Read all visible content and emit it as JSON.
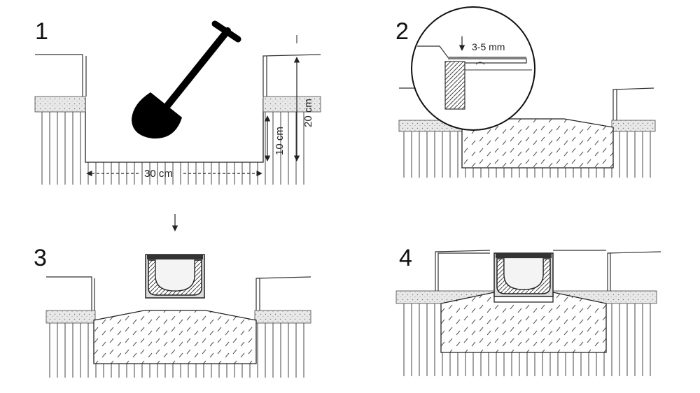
{
  "steps": [
    {
      "number": "1",
      "labels": {
        "width": "30 cm",
        "inner_depth": "10 cm",
        "total_depth": "20 cm"
      }
    },
    {
      "number": "2",
      "labels": {
        "gap": "3-5 mm"
      }
    },
    {
      "number": "3"
    },
    {
      "number": "4"
    }
  ],
  "icons": [
    "shovel-icon",
    "magnifier-circle",
    "down-arrow-icon"
  ]
}
